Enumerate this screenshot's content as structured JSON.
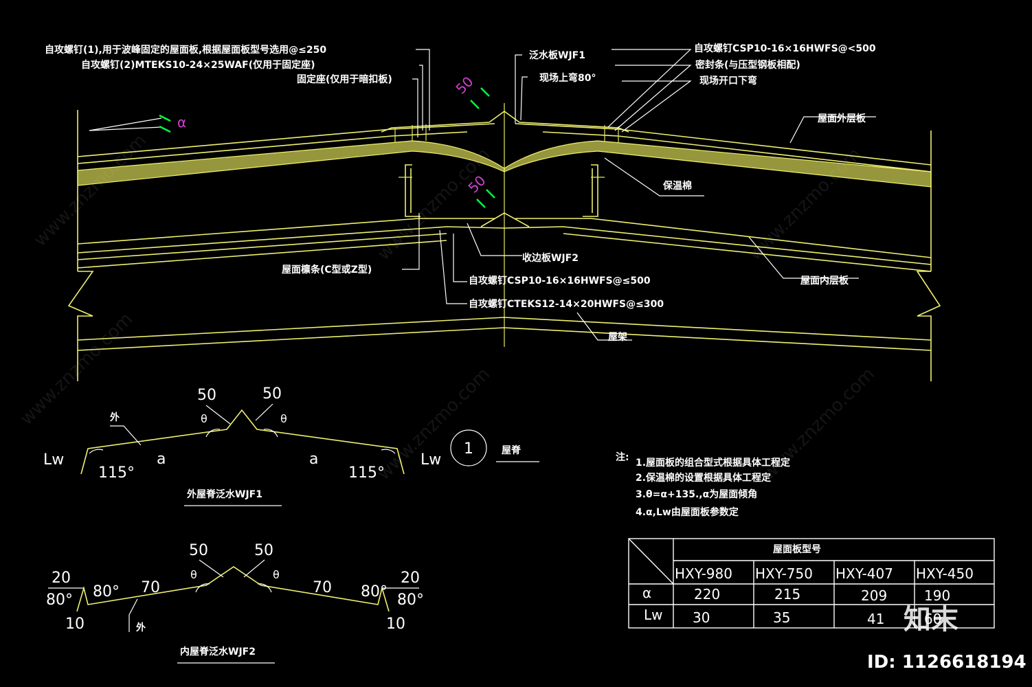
{
  "section_diagram": {
    "callouts_left": {
      "screw1": "自攻螺钉(1),用于波峰固定的屋面板,根据屋面板型号选用@≤250",
      "screw2": "自攻螺钉(2)MTEKS10-24×25WAF(仅用于固定座)",
      "fixing_seat": "固定座(仅用于暗扣板)"
    },
    "callouts_top_center": {
      "flashing": "泛水板WJF1",
      "site_bend": "现场上弯80°"
    },
    "callouts_right": {
      "screw_csp": "自攻螺钉CSP10-16×16HWFS@<500",
      "seal_strip": "密封条(与压型钢板相配)",
      "site_cut": "现场开口下弯",
      "outer_panel": "屋面外层板",
      "insulation": "保温棉",
      "inner_panel": "屋面内层板",
      "truss": "屋架"
    },
    "callouts_bottom_center": {
      "purlin": "屋面檩条(C型或Z型)",
      "edge_trim": "收边板WJF2",
      "screw_csp2": "自攻螺钉CSP10-16×16HWFS@≤500",
      "screw_cteks": "自攻螺钉CTEKS12-14×20HWFS@≤300"
    },
    "dim_50_a": "50",
    "dim_50_b": "50",
    "alpha_mark": "α"
  },
  "wjf1": {
    "title": "外屋脊泛水WJF1",
    "label_outer": "外",
    "dim_left_top": "50",
    "dim_right_top": "50",
    "theta_l": "θ",
    "theta_r": "θ",
    "alpha_l": "a",
    "alpha_r": "a",
    "angle_l": "115°",
    "angle_r": "115°",
    "lw_l": "Lw",
    "lw_r": "Lw"
  },
  "detail_marker": {
    "number": "1",
    "title": "屋脊"
  },
  "wjf2": {
    "title": "内屋脊泛水WJF2",
    "label_outer": "外",
    "d20_l": "20",
    "d80a_l": "80°",
    "d10_l": "10",
    "d80b_l": "80°",
    "d70_l": "70",
    "d50_l": "50",
    "theta_l": "θ",
    "d50_r": "50",
    "theta_r": "θ",
    "d70_r": "70",
    "d80b_r": "80°",
    "d20_r": "20",
    "d80a_r": "80°",
    "d10_r": "10"
  },
  "notes": {
    "prefix": "注:",
    "n1": "1.屋面板的组合型式根据具体工程定",
    "n2": "2.保温棉的设置根据具体工程定",
    "n3": "3.θ=α+135.,α为屋面倾角",
    "n4": "4.α,Lw由屋面板参数定"
  },
  "table": {
    "header": "屋面板型号",
    "columns": [
      "HXY-980",
      "HXY-750",
      "HXY-407",
      "HXY-450"
    ],
    "rows": [
      {
        "label": "α",
        "values": [
          "220",
          "215",
          "209",
          "190"
        ]
      },
      {
        "label": "Lw",
        "values": [
          "30",
          "35",
          "41",
          "60"
        ]
      }
    ]
  },
  "watermark": {
    "brand": "知末",
    "id": "ID: 1126618194",
    "site": "www.znzmo.com"
  },
  "colors": {
    "background": "#000000",
    "linework": "#f0f070",
    "text": "#ffffff",
    "dimension_marker": "#00ff44",
    "dim_text": "#d040d0"
  }
}
